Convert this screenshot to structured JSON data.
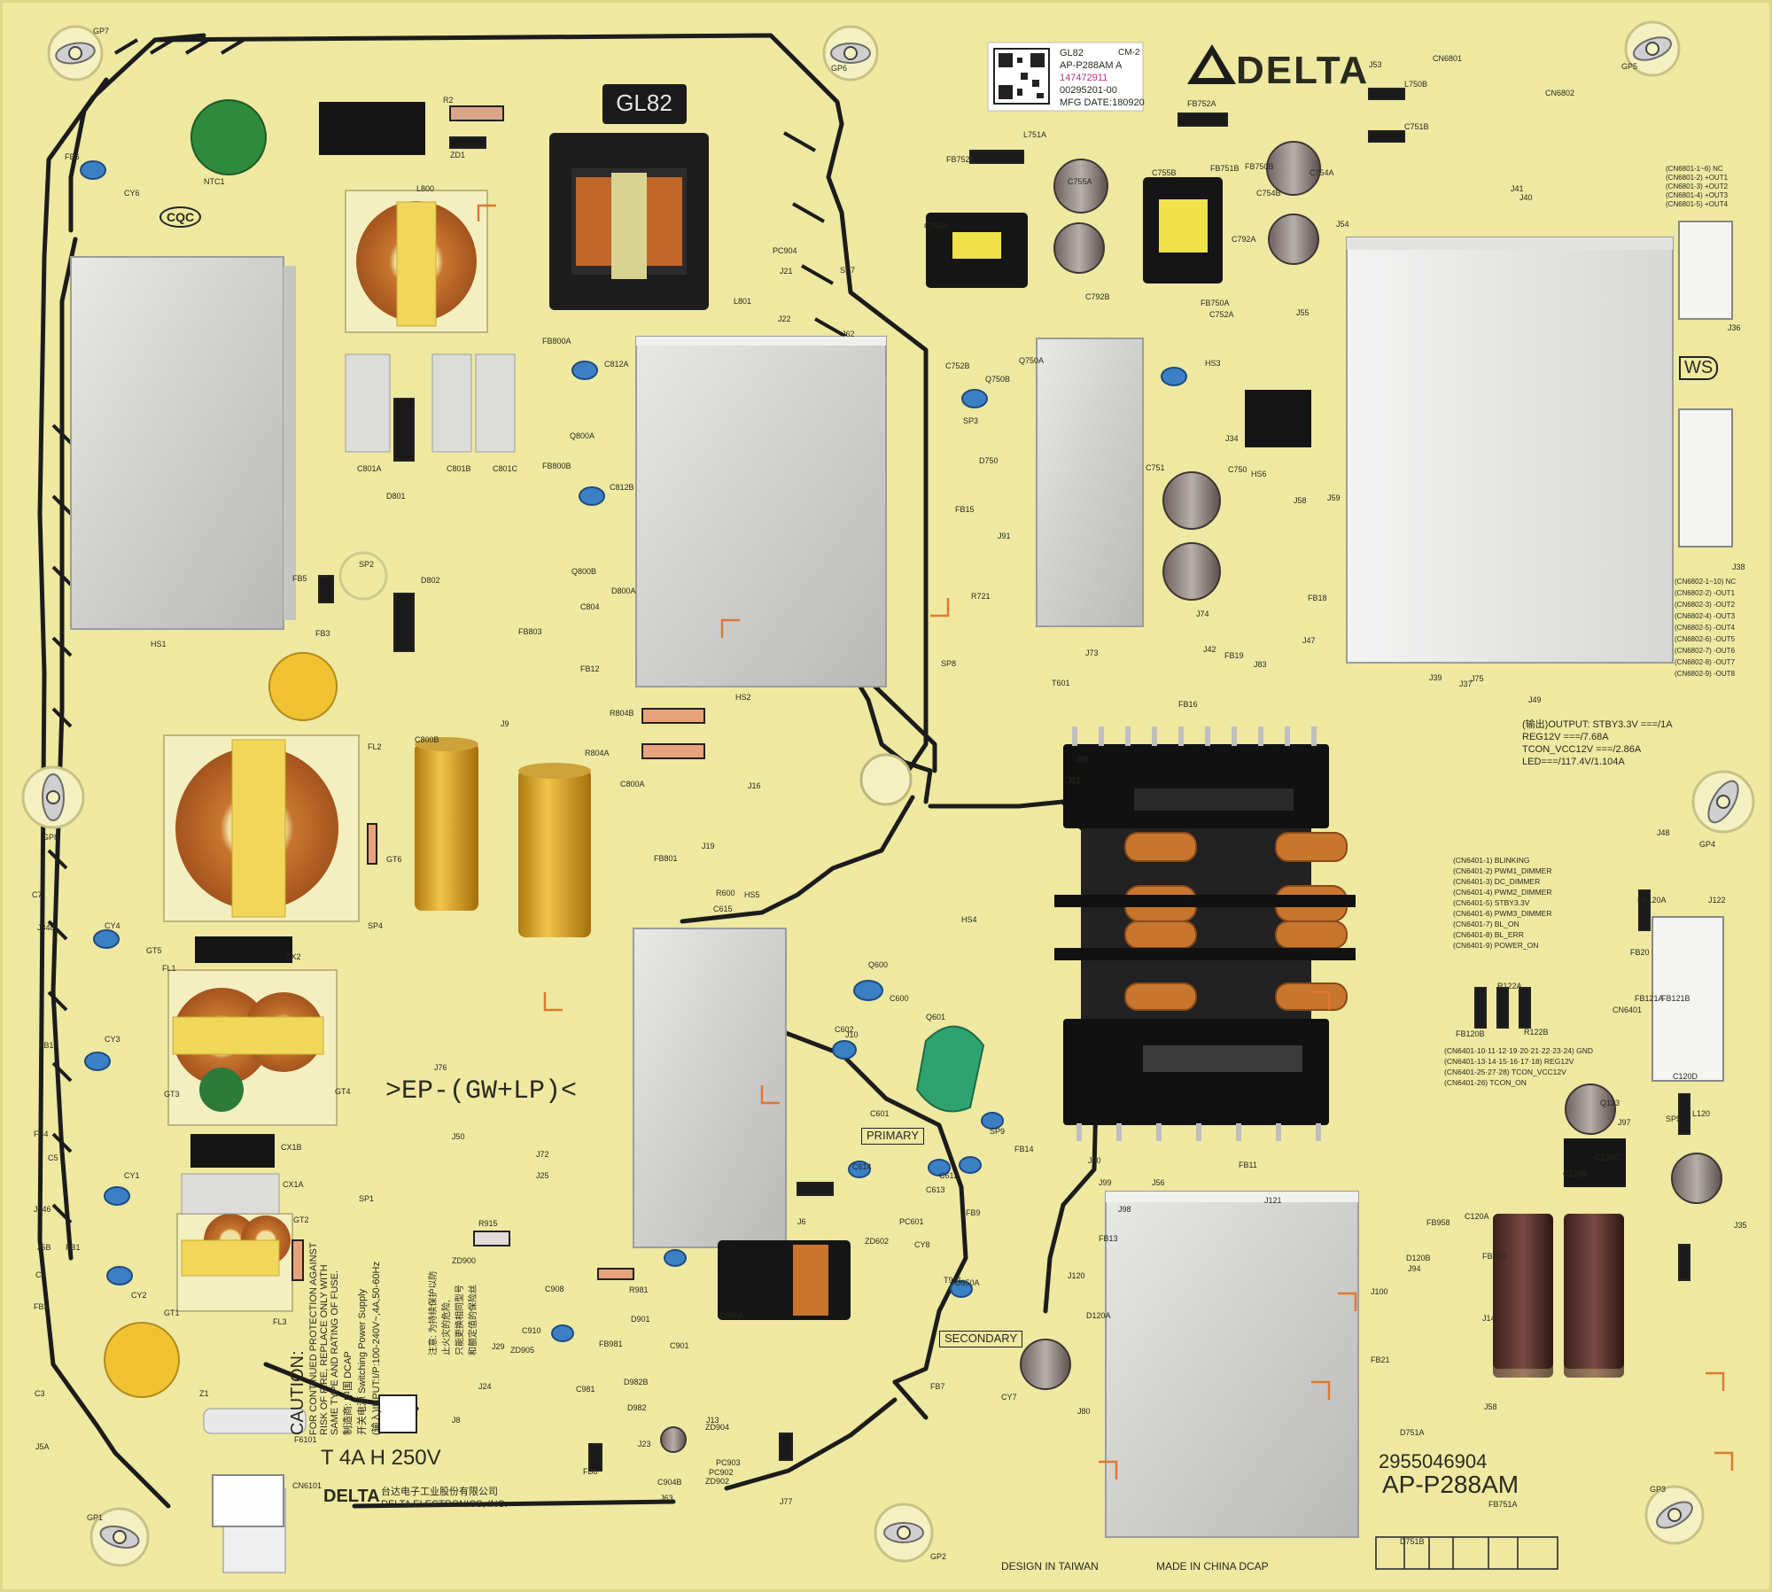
{
  "board": {
    "bg_color": "#eee9a0",
    "trace_color": "#1c1c1c",
    "brand": "DELTA",
    "model_top": "GL82",
    "model_bottom": "AP-P288AM",
    "part_number": "2955046904",
    "design_note": "DESIGN IN TAIWAN",
    "made_note": "MADE IN CHINA DCAP",
    "primary_label": "PRIMARY",
    "secondary_label": "SECONDARY",
    "ep_label": ">EP-(GW+LP)<",
    "fuse_label": "T 4A H 250V",
    "ws_mark": "WS",
    "ccc_mark": "CQC"
  },
  "sticker": {
    "line1": "GL82",
    "line1_code": "CM-2",
    "line2": "AP-P288AM A",
    "line3": "147472911",
    "line4": "00295201-00",
    "line5": "MFG DATE:180920"
  },
  "caution": {
    "title": "CAUTION:",
    "l1": "FOR CONTINUED PROTECTION AGAINST",
    "l2": "RISK OF FIRE, REPLACE ONLY WITH",
    "l3": "SAME TYPE AND RATING OF FUSE.",
    "l4": "制造商: 中国 DCAP",
    "l5": "开关电源 Switching Power Supply",
    "l6": "(输入)INPUT:I/P:100-240V~,4A,50-60Hz",
    "l7": "注意: 为持续保护以防",
    "l8": "止火灾的危险,",
    "l9": "只能更换相同型号",
    "l10": "和额定值的保险丝"
  },
  "company": {
    "cn": "台达电子工业股份有限公司",
    "en": "DELTA ELECTRONICS, INC."
  },
  "output_spec": {
    "l1": "(输出)OUTPUT: STBY3.3V ===/1A",
    "l2": "REG12V ===/7.68A",
    "l3": "TCON_VCC12V ===/2.86A",
    "l4": "LED===/117.4V/1.104A"
  },
  "cn6801_pins": [
    "(CN6801-1~6) NC",
    "(CN6801-2) +OUT1",
    "(CN6801-3) +OUT2",
    "(CN6801-4) +OUT3",
    "(CN6801-5) +OUT4"
  ],
  "cn6802_pins": [
    "(CN6802-1~10) NC",
    "(CN6802-2) -OUT1",
    "(CN6802-3) -OUT2",
    "(CN6802-4) -OUT3",
    "(CN6802-5) -OUT4",
    "(CN6802-6) -OUT5",
    "(CN6802-7) -OUT6",
    "(CN6802-8) -OUT7",
    "(CN6802-9) -OUT8"
  ],
  "cn6401_pins": [
    "(CN6401-1) BLINKING",
    "(CN6401-2) PWM1_DIMMER",
    "(CN6401-3) DC_DIMMER",
    "(CN6401-4) PWM2_DIMMER",
    "(CN6401-5) STBY3.3V",
    "(CN6401-6) PWM3_DIMMER",
    "(CN6401-7) BL_ON",
    "(CN6401-8) BL_ERR",
    "(CN6401-9) POWER_ON"
  ],
  "cn6401_pins2": [
    "(CN6401-10·11·12·19·20·21·22·23·24) GND",
    "(CN6401-13·14·15·16·17·18) REG12V",
    "(CN6401-25·27·28) TCON_VCC12V",
    "(CN6401-26) TCON_ON"
  ],
  "refdes": [
    "GP7",
    "GP6",
    "GP5",
    "GP8",
    "GP4",
    "GP1",
    "GP2",
    "GP3",
    "NTC1",
    "R2",
    "ZD1",
    "L800",
    "FB6",
    "CY6",
    "HS1",
    "FB5",
    "FB3",
    "D801",
    "C801A",
    "C801B",
    "C801C",
    "FB800A",
    "C812A",
    "Q800A",
    "FB800B",
    "C812B",
    "Q800B",
    "SP2",
    "D802",
    "FB803",
    "C804",
    "D800A",
    "HS2",
    "J22",
    "J62",
    "J21",
    "PC904",
    "SP7",
    "L801",
    "FB12",
    "R804B",
    "R804A",
    "C800A",
    "C800B",
    "J9",
    "FL2",
    "GT6",
    "SP4",
    "C7",
    "J348",
    "CY4",
    "GT5",
    "CX2",
    "FL1",
    "FB10",
    "CY3",
    "GT3",
    "GT4",
    "J76",
    "J50",
    "FB4",
    "C5",
    "CY1",
    "CX1B",
    "CX1A",
    "J346",
    "GT2",
    "J5B",
    "FB1",
    "C4",
    "CY2",
    "GT1",
    "FL3",
    "FB2",
    "C3",
    "Z1",
    "J5A",
    "F6101",
    "CN6101",
    "J72",
    "J25",
    "R915",
    "SP1",
    "ZD900",
    "R981",
    "C908",
    "C910",
    "ZD905",
    "J29",
    "J24",
    "J8",
    "C981",
    "D901",
    "C901",
    "FB981",
    "D982B",
    "D982",
    "J23",
    "ZD904",
    "PC903",
    "PC902",
    "ZD902",
    "C904B",
    "J13",
    "J19",
    "J16",
    "FB801",
    "R600",
    "HS5",
    "C615",
    "Q600",
    "C600",
    "C602",
    "J10",
    "Q601",
    "C601",
    "C614",
    "C612",
    "C613",
    "SP9",
    "FB14",
    "J6",
    "ZD602",
    "PC601",
    "FB9",
    "CY8",
    "T901",
    "D950A",
    "C950A",
    "FB7",
    "CY7",
    "FB8",
    "J63",
    "J77",
    "SP8",
    "T601",
    "J95",
    "J12",
    "FB16",
    "HS4",
    "J90",
    "J99",
    "J98",
    "J56",
    "FB13",
    "FB11",
    "J121",
    "J120",
    "D120A",
    "D120B",
    "J94",
    "J100",
    "FB21",
    "J80",
    "D751A",
    "D751B",
    "FB751A",
    "L751A",
    "FB752A",
    "FB752B",
    "C753A",
    "L750B",
    "C751B",
    "C755A",
    "C755B",
    "FB751B",
    "FB750B",
    "C754A",
    "C754B",
    "C792A",
    "C792B",
    "FB750A",
    "J55",
    "C752A",
    "C752B",
    "Q750A",
    "Q750B",
    "HS3",
    "SP3",
    "J34",
    "C750",
    "D750",
    "HS6",
    "C751",
    "FB15",
    "J91",
    "R721",
    "J74",
    "J73",
    "J42",
    "FB19",
    "J83",
    "J47",
    "J58",
    "J59",
    "FB18",
    "J54",
    "J53",
    "CN6801",
    "CN6802",
    "J41",
    "J40",
    "J36",
    "J38",
    "J39",
    "J75",
    "J37",
    "J49",
    "J48",
    "FB20",
    "CN6401",
    "FB121A",
    "FB121B",
    "FB120A",
    "J122",
    "R122A",
    "R122B",
    "FB120B",
    "C120D",
    "Q123",
    "J97",
    "L120",
    "SP5",
    "C120C",
    "C120B",
    "C120A",
    "FB958",
    "FB950",
    "J14",
    "J58",
    "J35"
  ]
}
